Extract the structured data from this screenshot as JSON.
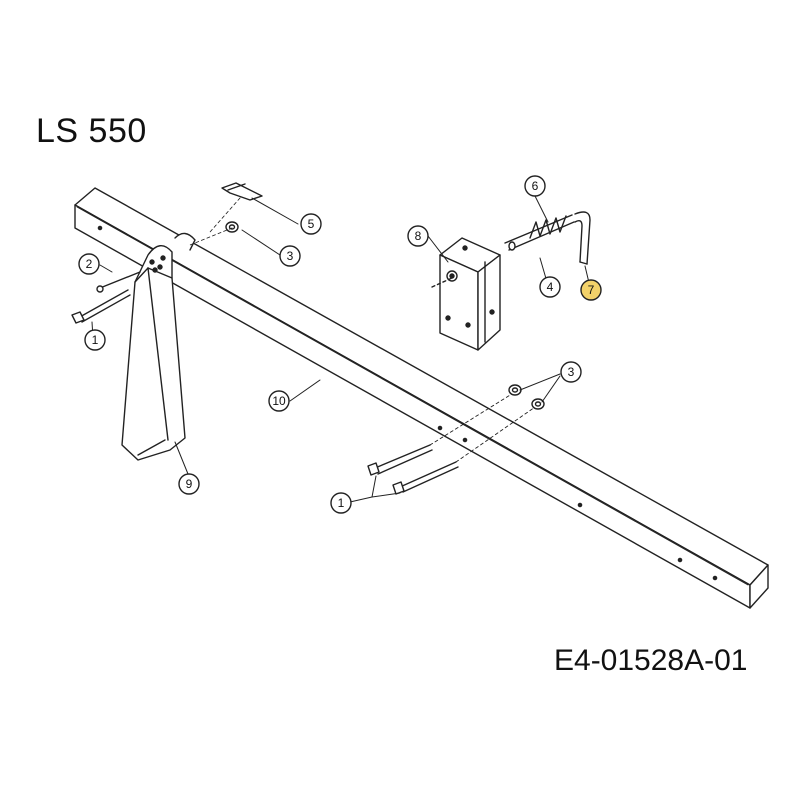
{
  "model_title": "LS 550",
  "diagram_code": "E4-01528A-01",
  "callouts": [
    {
      "id": "c1a",
      "label": "1"
    },
    {
      "id": "c1b",
      "label": "1"
    },
    {
      "id": "c2",
      "label": "2"
    },
    {
      "id": "c3a",
      "label": "3"
    },
    {
      "id": "c3b",
      "label": "3"
    },
    {
      "id": "c4",
      "label": "4"
    },
    {
      "id": "c5",
      "label": "5"
    },
    {
      "id": "c6",
      "label": "6"
    },
    {
      "id": "c7",
      "label": "7"
    },
    {
      "id": "c8",
      "label": "8"
    },
    {
      "id": "c9",
      "label": "9"
    },
    {
      "id": "c10",
      "label": "10"
    }
  ],
  "colors": {
    "line": "#222222",
    "highlight": "#f3d26a"
  }
}
